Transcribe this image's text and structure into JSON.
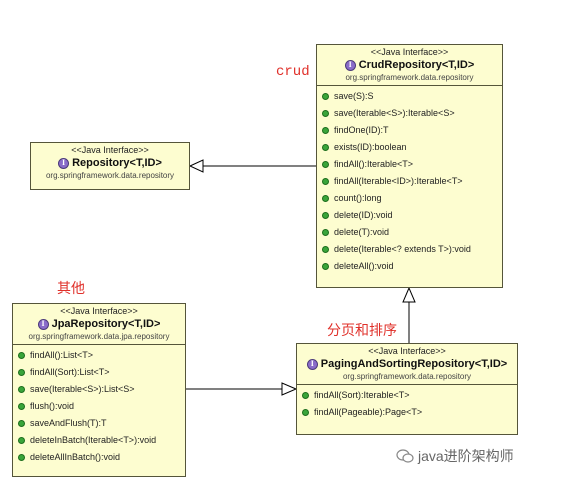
{
  "stereotype": "<<Java Interface>>",
  "notes": {
    "crud": "crud",
    "other": "其他",
    "paging": "分页和排序"
  },
  "watermark": "java进阶架构师",
  "interfaces": {
    "crud": {
      "name": "CrudRepository<T,ID>",
      "package": "org.springframework.data.repository",
      "methods": [
        "save(S):S",
        "save(Iterable<S>):Iterable<S>",
        "findOne(ID):T",
        "exists(ID):boolean",
        "findAll():Iterable<T>",
        "findAll(Iterable<ID>):Iterable<T>",
        "count():long",
        "delete(ID):void",
        "delete(T):void",
        "delete(Iterable<? extends T>):void",
        "deleteAll():void"
      ]
    },
    "repository": {
      "name": "Repository<T,ID>",
      "package": "org.springframework.data.repository",
      "methods": []
    },
    "jpa": {
      "name": "JpaRepository<T,ID>",
      "package": "org.springframework.data.jpa.repository",
      "methods": [
        "findAll():List<T>",
        "findAll(Sort):List<T>",
        "save(Iterable<S>):List<S>",
        "flush():void",
        "saveAndFlush(T):T",
        "deleteInBatch(Iterable<T>):void",
        "deleteAllInBatch():void"
      ]
    },
    "paging": {
      "name": "PagingAndSortingRepository<T,ID>",
      "package": "org.springframework.data.repository",
      "methods": [
        "findAll(Sort):Iterable<T>",
        "findAll(Pageable):Page<T>"
      ]
    }
  }
}
